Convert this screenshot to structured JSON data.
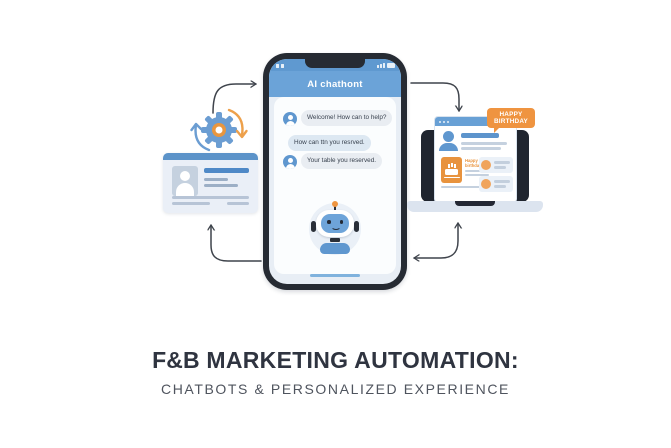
{
  "title": {
    "line1_prefix": "F&B",
    "line1_rest": " MARKETING AUTOMATION:",
    "line2": "CHATBOTS & PERSONALIZED EXPERIENCE"
  },
  "phone": {
    "header": "AI chathont",
    "messages": [
      {
        "from": "bot",
        "text": "Welcome! How can to help?"
      },
      {
        "from": "user",
        "text": "How can ttn you resrved."
      },
      {
        "from": "bot",
        "text": "Your table you reserved."
      }
    ]
  },
  "laptop": {
    "badge": "HAPPY BIRTHDAY",
    "card_title": "Happy birthday"
  },
  "icons": {
    "gear-icon": "gear with circular sync arrows",
    "robot-icon": "chatbot robot face with antenna",
    "user-avatar-icon": "person silhouette",
    "cake-icon": "birthday cake",
    "signal-icon": "cellular signal bars",
    "battery-icon": "battery",
    "home-indicator": "horizontal bar"
  },
  "colors": {
    "primary_blue": "#6BA1D6",
    "accent_orange": "#EE9540",
    "frame_dark": "#262B33",
    "title_dark": "#2F3440",
    "subtitle_gray": "#4F545E",
    "bubble_gray": "#E9EDF2"
  }
}
